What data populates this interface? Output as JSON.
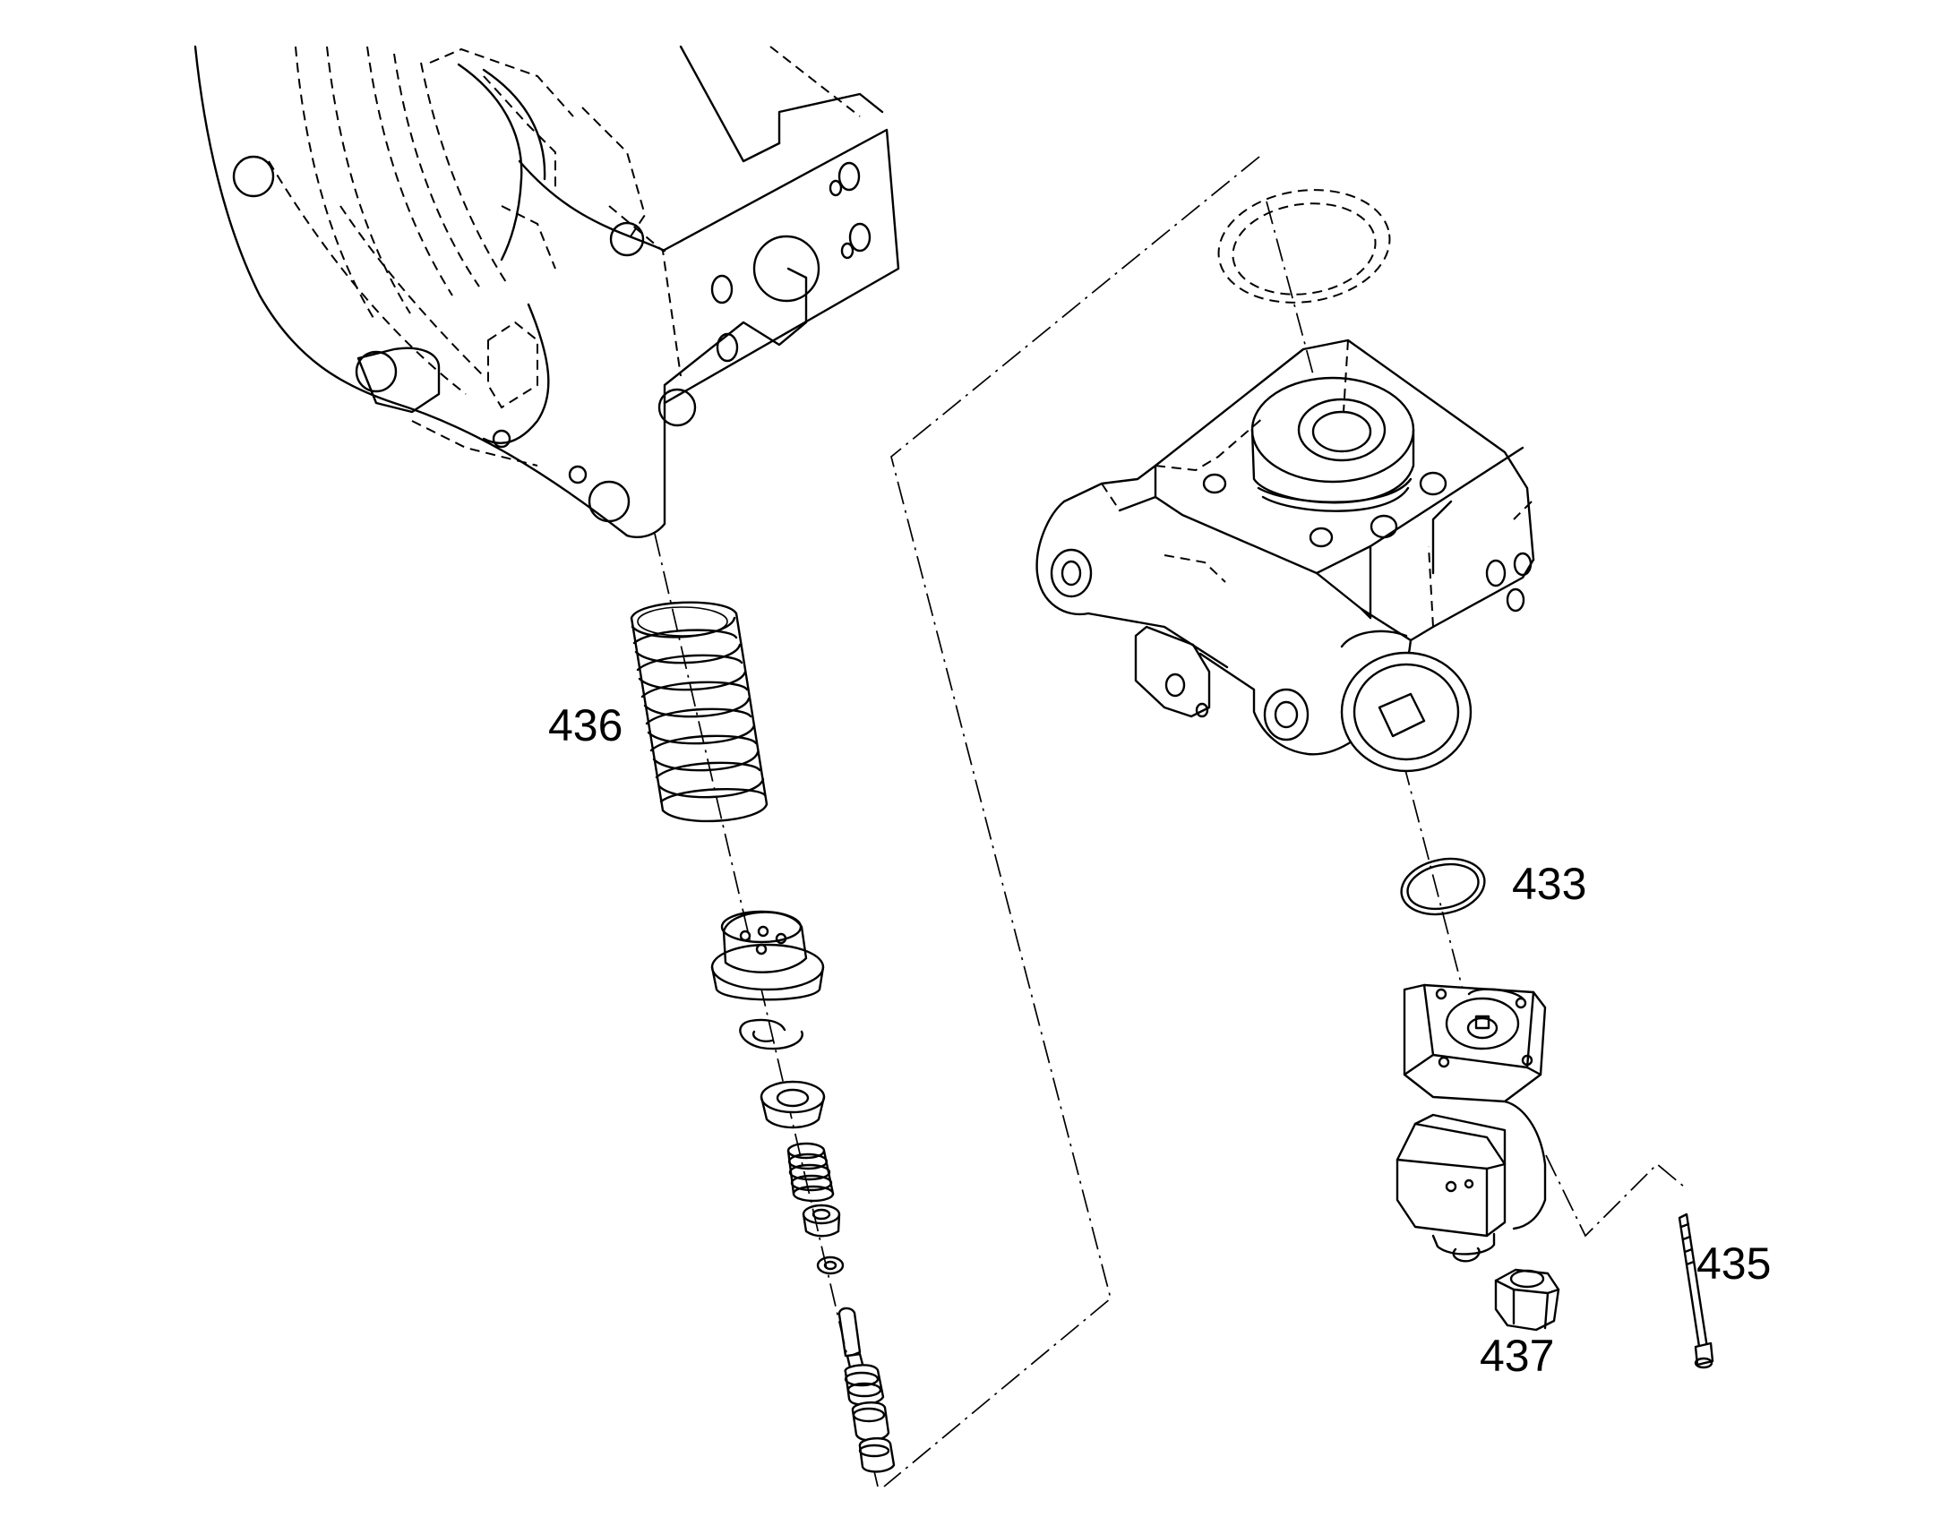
{
  "callouts": {
    "p433": "433",
    "p435": "435",
    "p436": "436",
    "p437": "437"
  }
}
